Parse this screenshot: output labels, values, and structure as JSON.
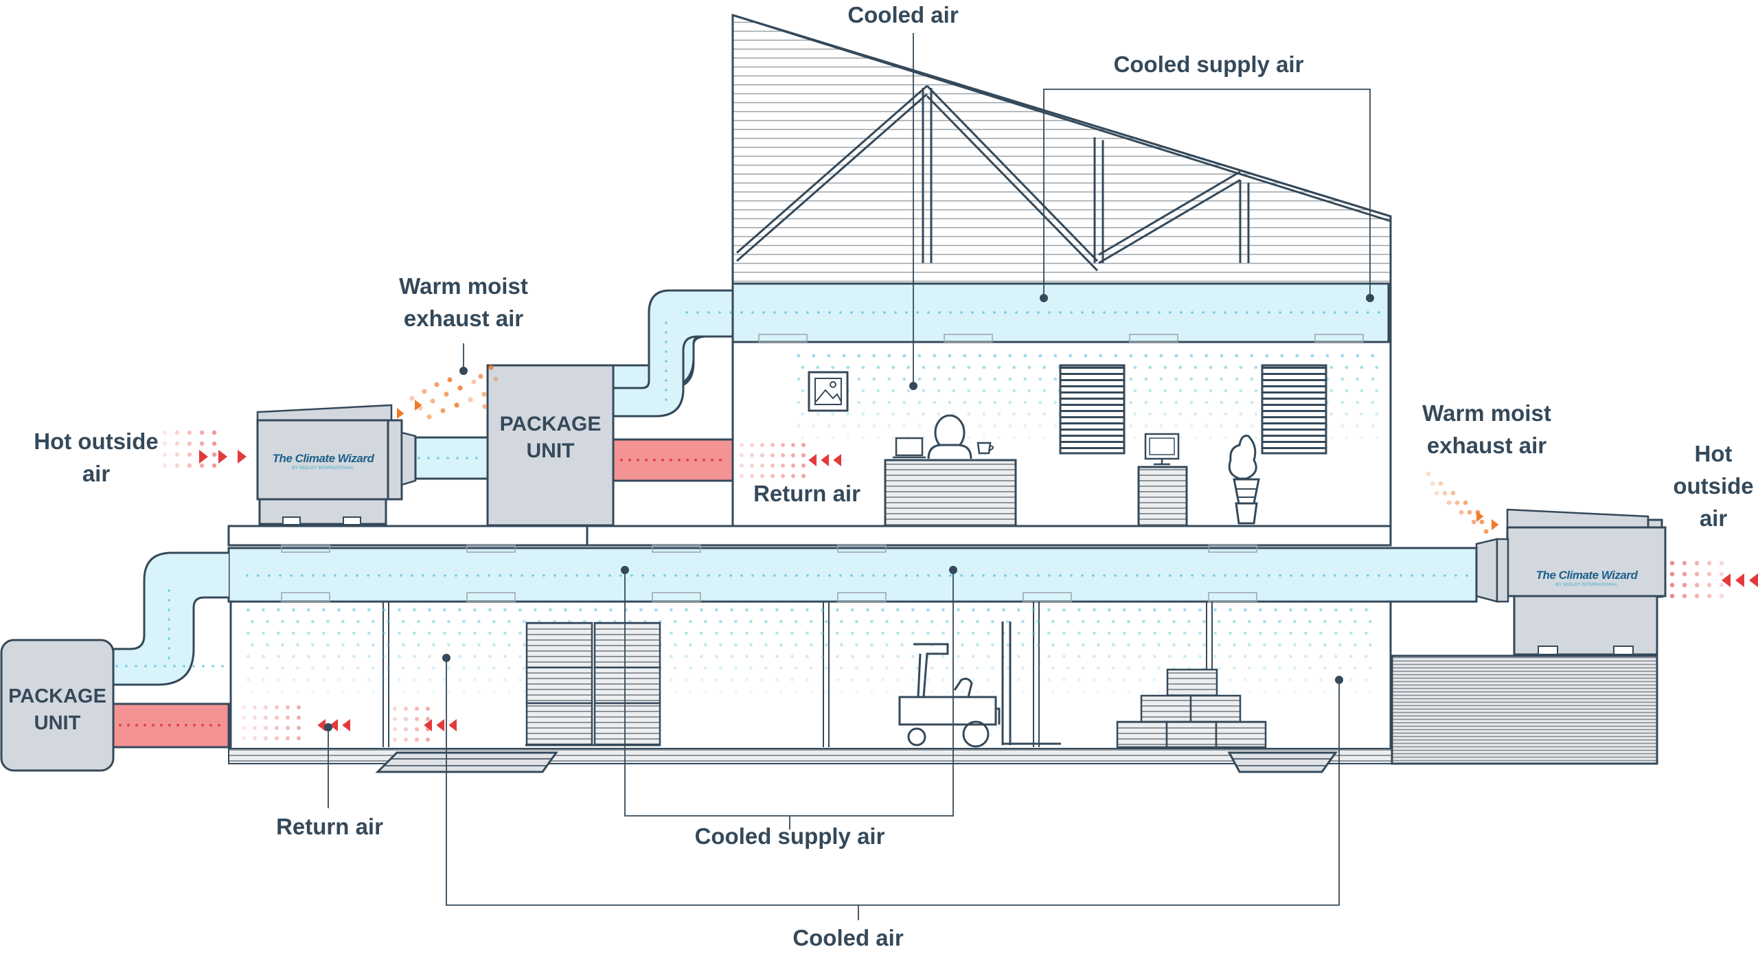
{
  "labels": {
    "cooled_air_top": "Cooled air",
    "cooled_supply_air_top": "Cooled supply air",
    "warm_moist_exhaust_air_left": "Warm moist\nexhaust air",
    "hot_outside_air_left": "Hot outside\nair",
    "return_air_upper": "Return air",
    "warm_moist_exhaust_air_right": "Warm moist\nexhaust air",
    "hot_outside_air_right": "Hot\noutside\nair",
    "return_air_lower": "Return air",
    "cooled_supply_air_bottom": "Cooled supply air",
    "cooled_air_bottom": "Cooled air"
  },
  "package_units": {
    "upper": "PACKAGE\nUNIT",
    "lower": "PACKAGE\nUNIT"
  },
  "brand": {
    "name": "The Climate Wizard",
    "sub": "BY SEELEY INTERNATIONAL"
  },
  "colors": {
    "outline": "#34495a",
    "unit_fill": "#d3d8de",
    "cool_duct": "#d9f3fa",
    "cool_dot": "#56c3d8",
    "hot_duct": "#f39394",
    "hot_dot": "#e23a3a",
    "exhaust_dot": "#ef7a2c",
    "stripe": "#9aa1a8"
  }
}
